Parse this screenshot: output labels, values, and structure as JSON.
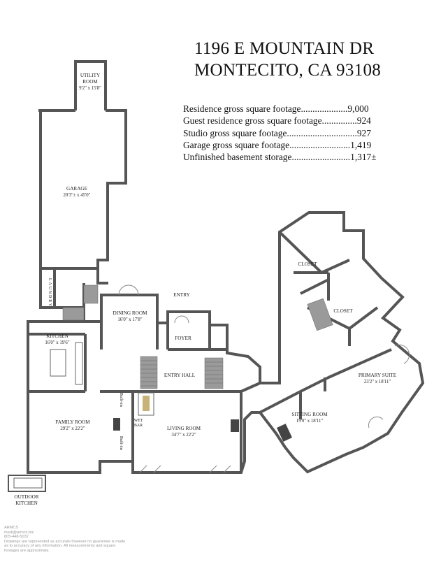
{
  "header": {
    "address_line1": "1196 E MOUNTAIN DR",
    "address_line2": "MONTECITO, CA 93108"
  },
  "stats": [
    {
      "text": "Residence gross square footage....................9,000"
    },
    {
      "text": "Guest residence gross square footage...............924"
    },
    {
      "text": "Studio gross square footage..............................927"
    },
    {
      "text": "Garage gross square footage..........................1,419"
    },
    {
      "text": "Unfinished basement storage.........................1,317±"
    }
  ],
  "rooms": {
    "utility_room": {
      "name_1": "UTILITY",
      "name_2": "ROOM",
      "dims": "9'2\" x 15'8\""
    },
    "garage": {
      "name": "GARAGE",
      "dims": "20'3\"± x 45'0\""
    },
    "laundry": {
      "name": "LAUNDRY"
    },
    "dining_room": {
      "name": "DINING ROOM",
      "dims": "16'0\" x 17'8\""
    },
    "entry": {
      "name": "ENTRY"
    },
    "foyer": {
      "name": "FOYER"
    },
    "entry_hall": {
      "name": "ENTRY HALL"
    },
    "kitchen": {
      "name": "KITCHEN",
      "dims": "16'0\" x 19'6\""
    },
    "family_room": {
      "name": "FAMILY ROOM",
      "dims": "29'2\" x 22'2\""
    },
    "wet_bar": {
      "name_1": "WET",
      "name_2": "BAR"
    },
    "built_ins_top": {
      "name": "Built-ins"
    },
    "built_ins_bottom": {
      "name": "Built-ins"
    },
    "living_room": {
      "name": "LIVING ROOM",
      "dims": "34'7\" x 22'2\""
    },
    "outdoor_kitchen": {
      "name_1": "OUTDOOR",
      "name_2": "KITCHEN"
    },
    "closet_1": {
      "name": "CLOSET"
    },
    "closet_2": {
      "name": "CLOSET"
    },
    "primary_suite": {
      "name": "PRIMARY SUITE",
      "dims": "23'2\" x 18'11\""
    },
    "sitting_room": {
      "name": "SITTING ROOM",
      "dims": "19'0\" x 18'11\""
    }
  },
  "footer": {
    "company": "ARMCS",
    "email": "mark@armcs.biz",
    "phone": "805-448-5032",
    "disclaimer_1": "Drawings are represented as accurate however no guarantee is made",
    "disclaimer_2": "as to accuracy of any information. All measurements and square",
    "disclaimer_3": "footages are approximate."
  },
  "colors": {
    "wall": "#555555",
    "stair": "#9a9a9a",
    "fixture": "#444444",
    "footer_text": "#9a9a9a"
  }
}
